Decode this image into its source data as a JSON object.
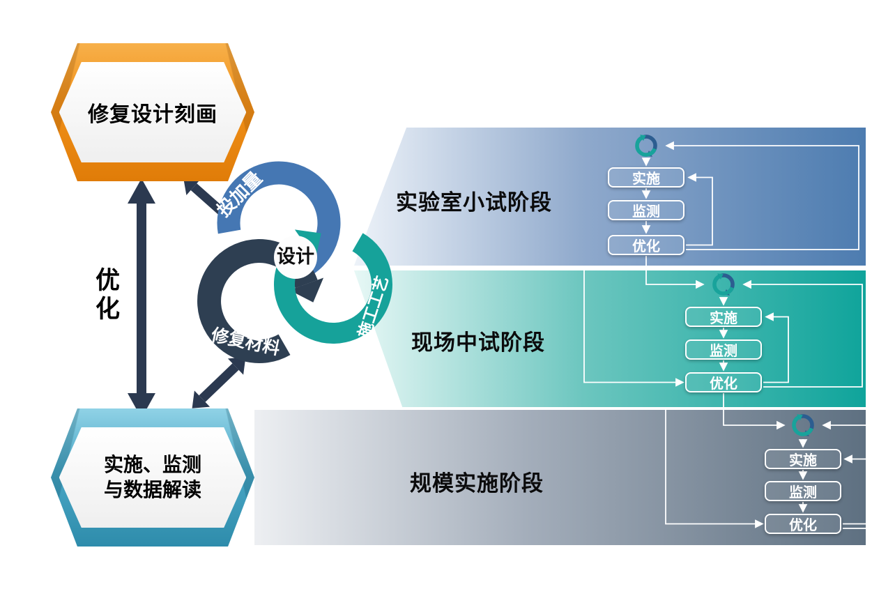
{
  "banners": {
    "design": "修复设计刻画",
    "implement_line1": "实施、监测",
    "implement_line2": "与数据解读"
  },
  "optimize_label": "优化",
  "cycle": {
    "center": "设计",
    "dosage": {
      "label": "投加量",
      "color": "#4577b3"
    },
    "process": {
      "label": "施工工艺",
      "color": "#16a29a"
    },
    "material": {
      "label": "修复材料",
      "color": "#2e3f52"
    }
  },
  "stages": [
    {
      "title": "实验室小试阶段",
      "steps": [
        "实施",
        "监测",
        "优化"
      ],
      "from": "#eef3f9",
      "mid": "#8fa9cc",
      "to": "#4d7cb0"
    },
    {
      "title": "现场中试阶段",
      "steps": [
        "实施",
        "监测",
        "优化"
      ],
      "from": "#e8f8f6",
      "mid": "#6cc6bf",
      "to": "#0fa49b"
    },
    {
      "title": "规模实施阶段",
      "steps": [
        "实施",
        "监测",
        "优化"
      ],
      "from": "#edeff2",
      "mid": "#a3adba",
      "to": "#5e7081"
    }
  ],
  "colors": {
    "dark_arrow": "#2b3950",
    "banner_orange": "#ef8f16",
    "banner_teal": "#44a3c2",
    "connector": "#ffffff",
    "icon_blue": "#2c5d90",
    "icon_teal": "#18a39b"
  }
}
